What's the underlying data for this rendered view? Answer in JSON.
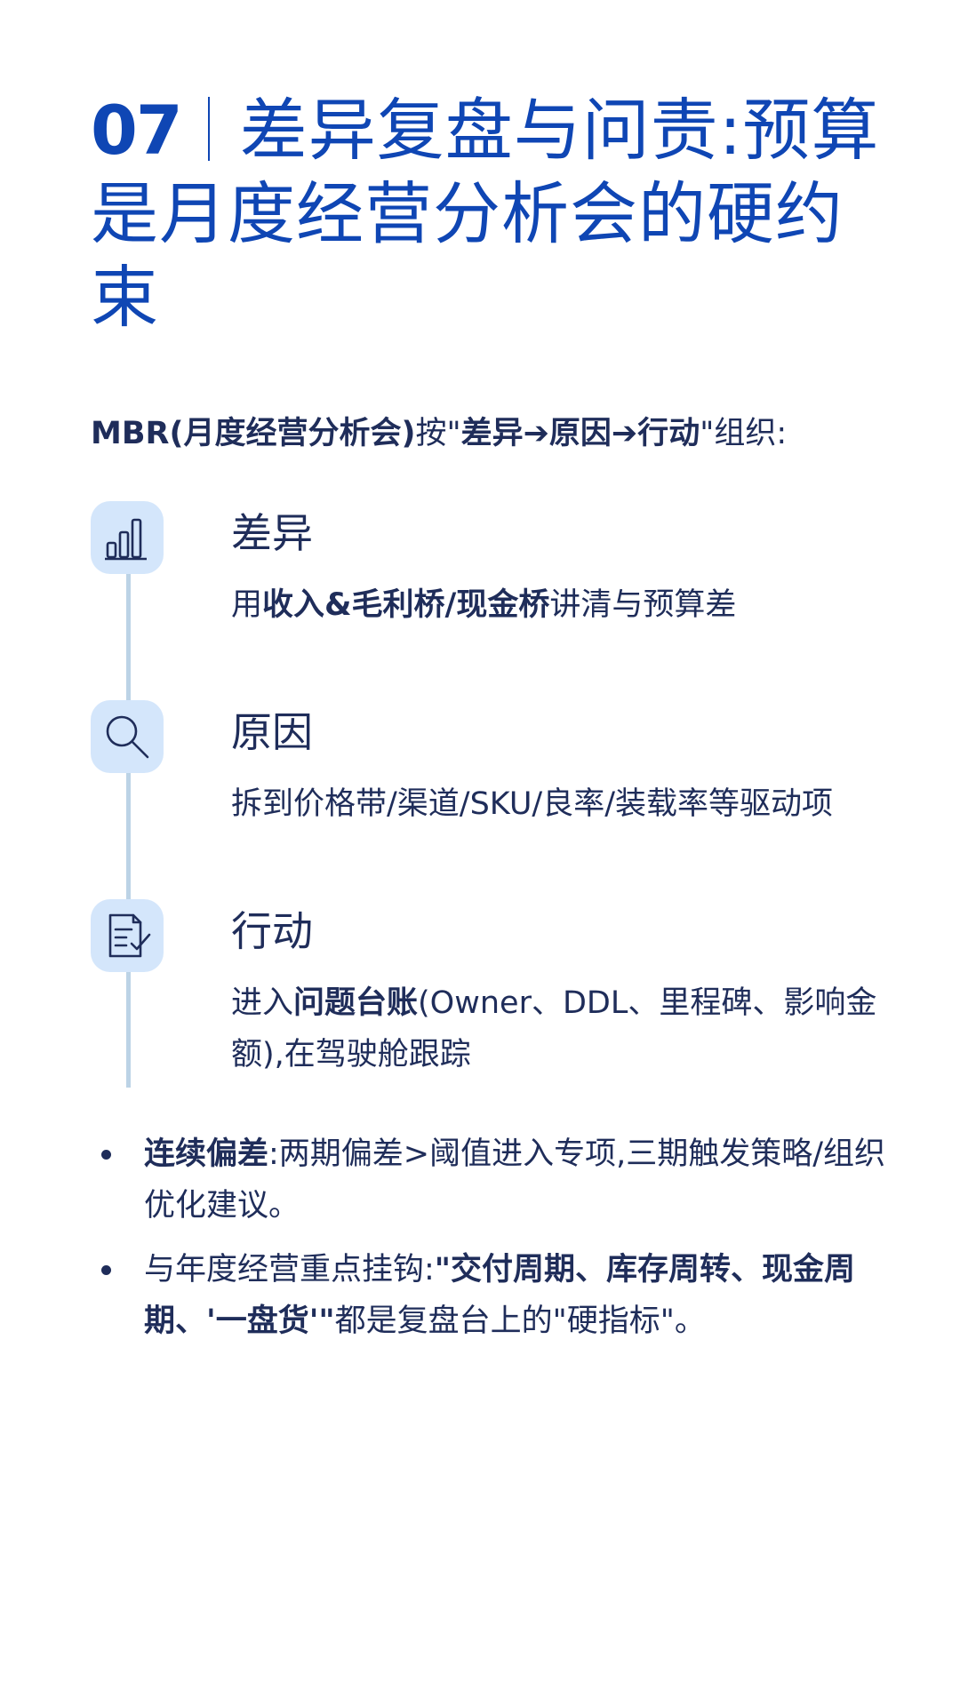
{
  "header": {
    "number": "07",
    "title_line1": "差异复盘与问责:预算",
    "title_line2": "是月度经营分析会的硬约束"
  },
  "intro": {
    "bold_prefix": "MBR(月度经营分析会)",
    "text_mid": "按\"",
    "bold_flow": "差异➔原因➔行动",
    "text_end": "\"组织:"
  },
  "steps": [
    {
      "icon": "bar-chart-icon",
      "title": "差异",
      "desc_pre": "用",
      "desc_bold": "收入&毛利桥/现金桥",
      "desc_post": "讲清与预算差"
    },
    {
      "icon": "magnifier-icon",
      "title": "原因",
      "desc_pre": "拆到价格带/渠道/SKU/良率/装载率等驱动项",
      "desc_bold": "",
      "desc_post": ""
    },
    {
      "icon": "checklist-icon",
      "title": "行动",
      "desc_pre": "进入",
      "desc_bold": "问题台账",
      "desc_post": "(Owner、DDL、里程碑、影响金额),在驾驶舱跟踪"
    }
  ],
  "bullets": [
    {
      "bold": "连续偏差",
      "text": ":两期偏差>阈值进入专项,三期触发策略/组织优化建议。",
      "text_pre": "",
      "bold2": "",
      "text_post": ""
    },
    {
      "bold": "",
      "text": "",
      "text_pre": "与年度经营重点挂钩:",
      "bold2": "\"交付周期、库存周转、现金周期、'一盘货'\"",
      "text_post": "都是复盘台上的\"硬指标\"。"
    }
  ],
  "colors": {
    "accent": "#0f46b4",
    "text": "#1f2d5a",
    "icon_bg": "#d4e6fb",
    "timeline": "#bcd3e6"
  }
}
